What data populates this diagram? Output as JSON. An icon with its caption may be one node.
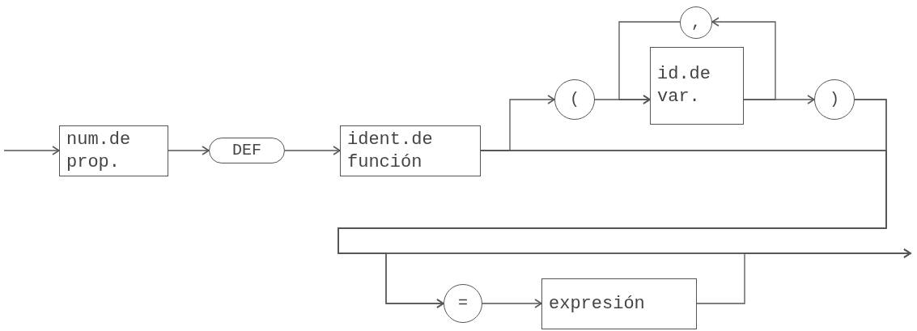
{
  "diagram": {
    "nodes": [
      {
        "text": [
          "num.de prop."
        ]
      },
      {
        "text": [
          "DEF"
        ]
      },
      {
        "text": [
          "ident.de función"
        ]
      },
      {
        "text": [
          "("
        ]
      },
      {
        "text": [
          ","
        ]
      },
      {
        "text": [
          "id.de var."
        ]
      },
      {
        "text": [
          ")"
        ]
      },
      {
        "text": [
          "="
        ]
      },
      {
        "text": [
          "expresión"
        ]
      }
    ],
    "edges": [
      {
        "from": null,
        "to": 0,
        "arrow": "to"
      },
      {
        "from": 0,
        "to": 1,
        "arrow": "to"
      },
      {
        "from": 1,
        "to": 2,
        "arrow": "to"
      },
      {
        "from": 2,
        "to": 3,
        "arrow": "to"
      },
      {
        "from": 3,
        "to": 5,
        "arrow": "to"
      },
      {
        "from": 5,
        "to": 6,
        "arrow": "to"
      },
      {
        "from": 5,
        "to": 4,
        "arrow": "to"
      },
      {
        "from": 4,
        "to": 5,
        "arrow": "to"
      },
      {
        "from": 2,
        "to": 7,
        "arrow": "to"
      },
      {
        "from": 2,
        "to": null,
        "arrow": "to"
      },
      {
        "from": 6,
        "to": 7,
        "arrow": "to"
      },
      {
        "from": 6,
        "to": null,
        "arrow": "to"
      },
      {
        "from": 7,
        "to": 8,
        "arrow": "to"
      },
      {
        "from": 8,
        "to": null,
        "arrow": "to"
      }
    ]
  }
}
